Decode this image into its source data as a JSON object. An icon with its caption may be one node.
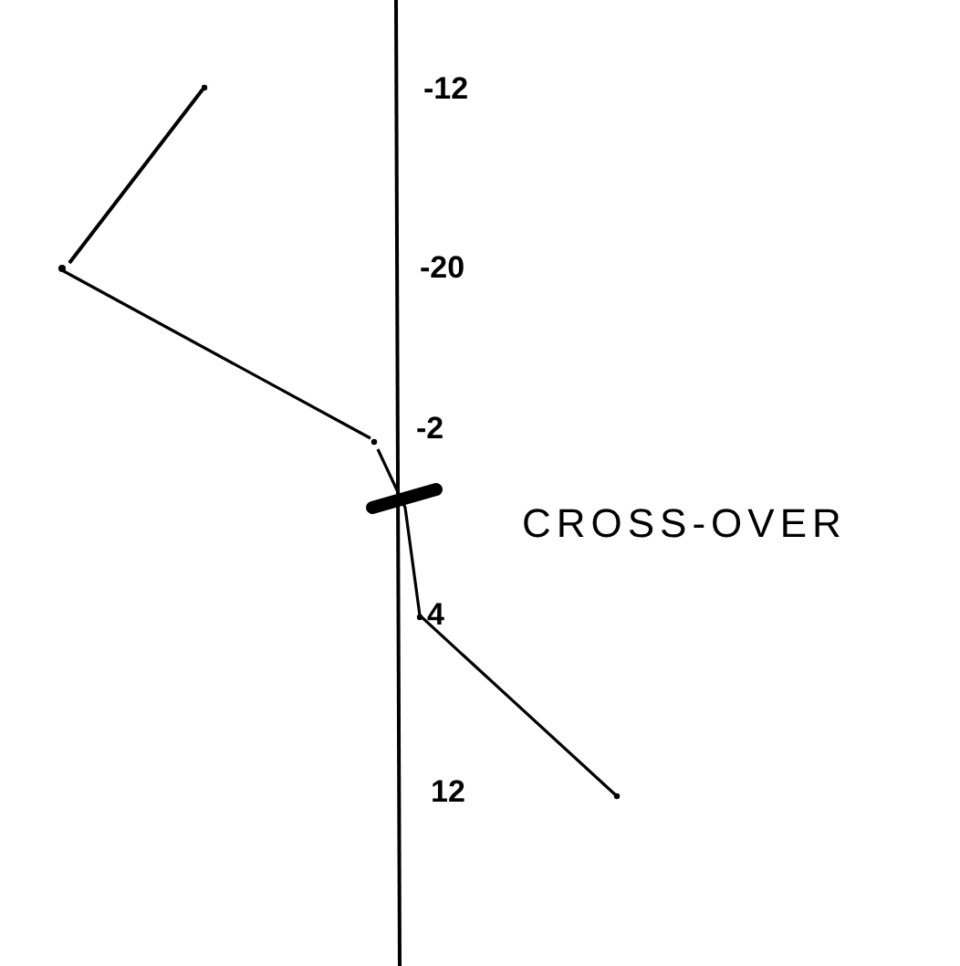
{
  "diagram": {
    "labels": [
      "-12",
      "-20",
      "-2",
      "CROSS-OVER",
      "4",
      "12"
    ]
  }
}
